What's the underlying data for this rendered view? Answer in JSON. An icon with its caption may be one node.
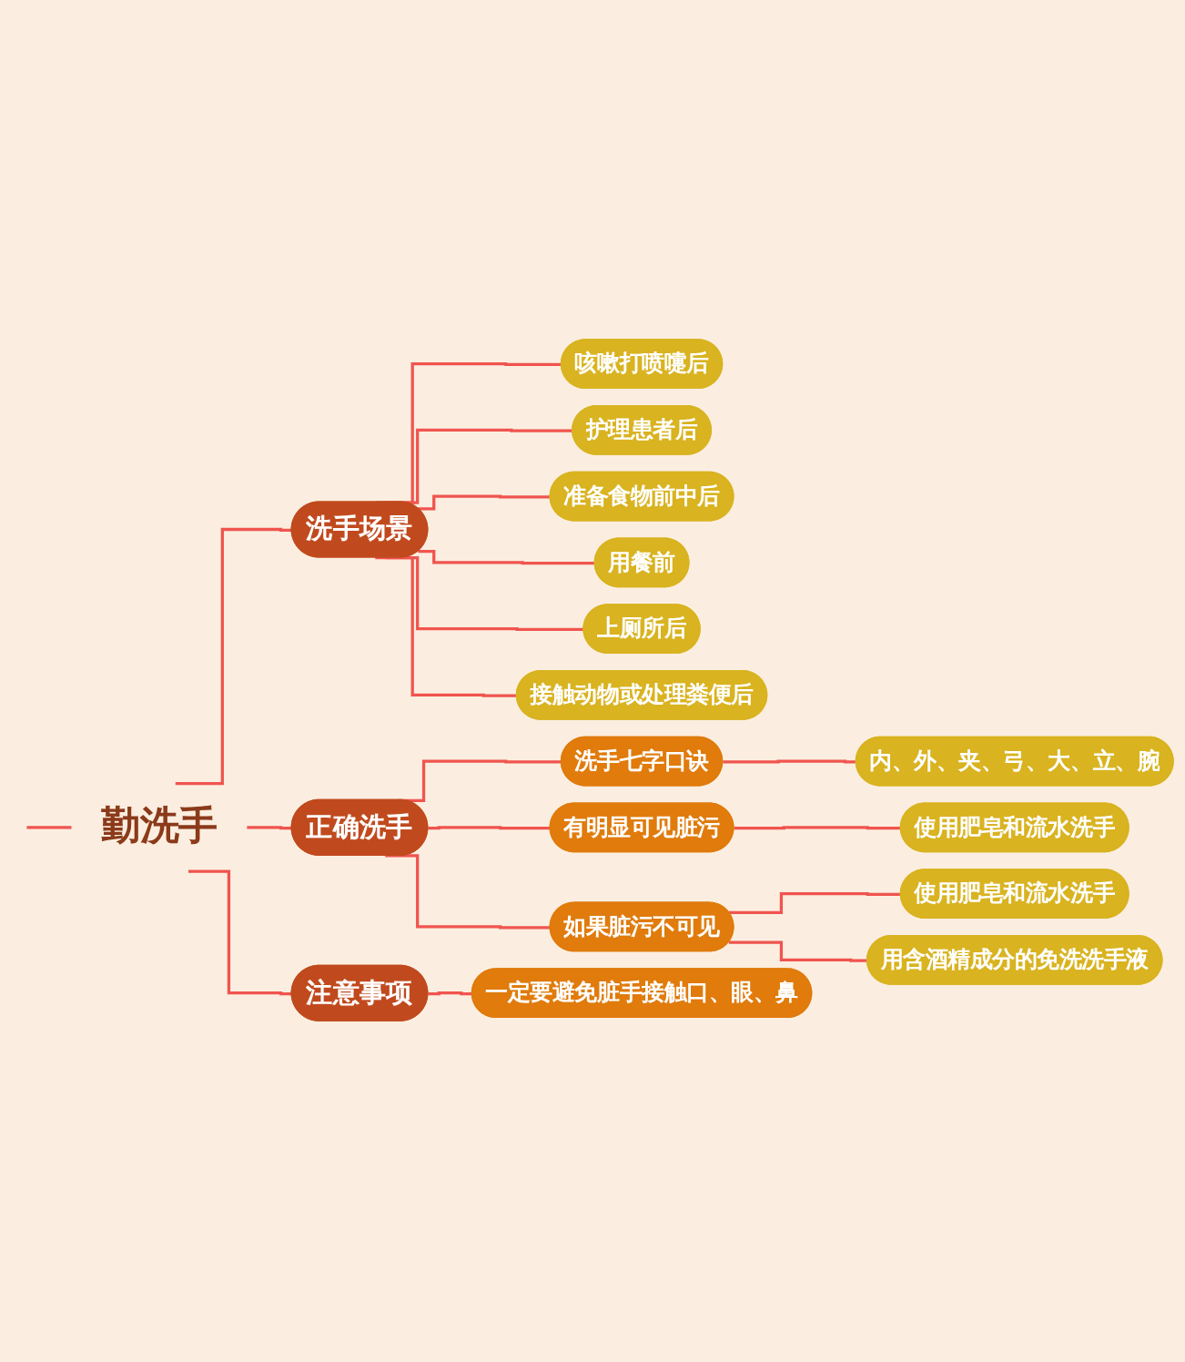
{
  "diagram": {
    "nodes": [
      {
        "text": [
          "勤洗手"
        ]
      },
      {
        "text": [
          "洗手场景"
        ]
      },
      {
        "text": [
          "咳嗽打喷嚏后"
        ]
      },
      {
        "text": [
          "护理患者后"
        ]
      },
      {
        "text": [
          "准备食物前中后"
        ]
      },
      {
        "text": [
          "用餐前"
        ]
      },
      {
        "text": [
          "上厕所后"
        ]
      },
      {
        "text": [
          "接触动物或处理粪便后"
        ]
      },
      {
        "text": [
          "正确洗手"
        ]
      },
      {
        "text": [
          "洗手七字口诀"
        ]
      },
      {
        "text": [
          "内、外、夹、弓、大、立、腕"
        ]
      },
      {
        "text": [
          "有明显可见脏污"
        ]
      },
      {
        "text": [
          "使用肥皂和流水洗手"
        ]
      },
      {
        "text": [
          "如果脏污不可见"
        ]
      },
      {
        "text": [
          "使用肥皂和流水洗手"
        ]
      },
      {
        "text": [
          "用含酒精成分的免洗洗手液"
        ]
      },
      {
        "text": [
          "注意事项"
        ]
      },
      {
        "text": [
          "一定要避免脏手接触口、眼、鼻"
        ]
      }
    ],
    "edges": [
      {
        "from": null,
        "to": 0,
        "arrow": "none"
      },
      {
        "from": 0,
        "to": 1,
        "arrow": "none"
      },
      {
        "from": 1,
        "to": 2,
        "arrow": "none"
      },
      {
        "from": 1,
        "to": 3,
        "arrow": "none"
      },
      {
        "from": 1,
        "to": 4,
        "arrow": "none"
      },
      {
        "from": 1,
        "to": 5,
        "arrow": "none"
      },
      {
        "from": 1,
        "to": 6,
        "arrow": "none"
      },
      {
        "from": 1,
        "to": 7,
        "arrow": "none"
      },
      {
        "from": 0,
        "to": 8,
        "arrow": "none"
      },
      {
        "from": 8,
        "to": 9,
        "arrow": "none"
      },
      {
        "from": 9,
        "to": 10,
        "arrow": "none"
      },
      {
        "from": 8,
        "to": 11,
        "arrow": "none"
      },
      {
        "from": 11,
        "to": 12,
        "arrow": "none"
      },
      {
        "from": 8,
        "to": 13,
        "arrow": "none"
      },
      {
        "from": 13,
        "to": 14,
        "arrow": "none"
      },
      {
        "from": 13,
        "to": 15,
        "arrow": "none"
      },
      {
        "from": 0,
        "to": 16,
        "arrow": "none"
      },
      {
        "from": 16,
        "to": 17,
        "arrow": "none"
      }
    ]
  }
}
